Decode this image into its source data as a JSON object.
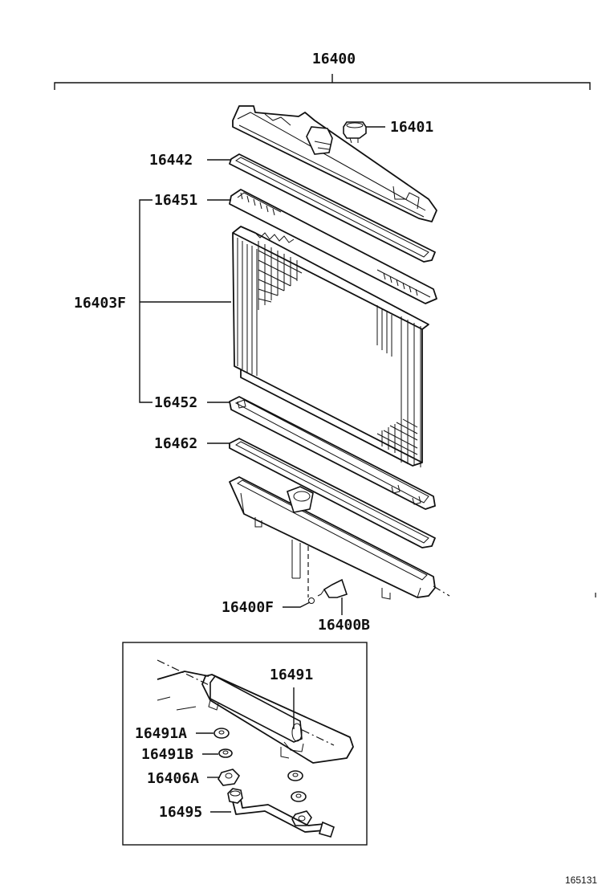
{
  "labels": {
    "assembly": "16400",
    "cap": "16401",
    "upper_gasket": "16442",
    "upper_plate": "16451",
    "core": "16403F",
    "lower_plate": "16452",
    "lower_gasket": "16462",
    "drain_cock_plug": "16400F",
    "drain_cock": "16400B",
    "oil_cooler": "16491",
    "washer_a": "16491A",
    "washer_b": "16491B",
    "nut": "16406A",
    "oil_cooler_pipe": "16495"
  },
  "reference_number": "165131"
}
